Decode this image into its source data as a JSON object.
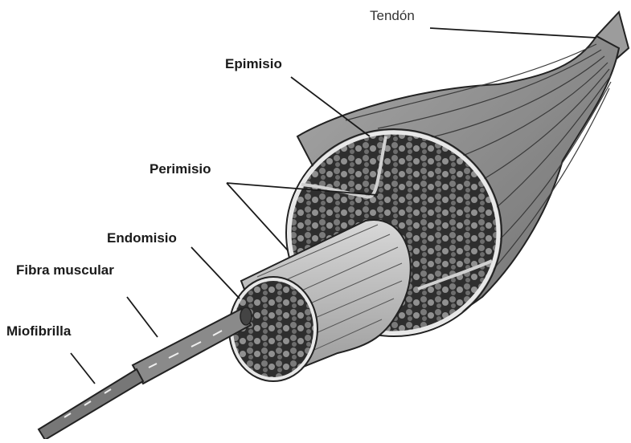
{
  "labels": {
    "tendon": "Tendón",
    "epimisio": "Epimisio",
    "perimisio": "Perimisio",
    "endomisio": "Endomisio",
    "fibra_muscular": "Fibra muscular",
    "miofibrilla": "Miofibrilla"
  },
  "colors": {
    "background": "#ffffff",
    "ink": "#1a1a1a",
    "muscle_fill": "#8f8f8f",
    "cross_section_dark": "#3a3a3a",
    "fascicle_fill": "#bdbdbd"
  }
}
